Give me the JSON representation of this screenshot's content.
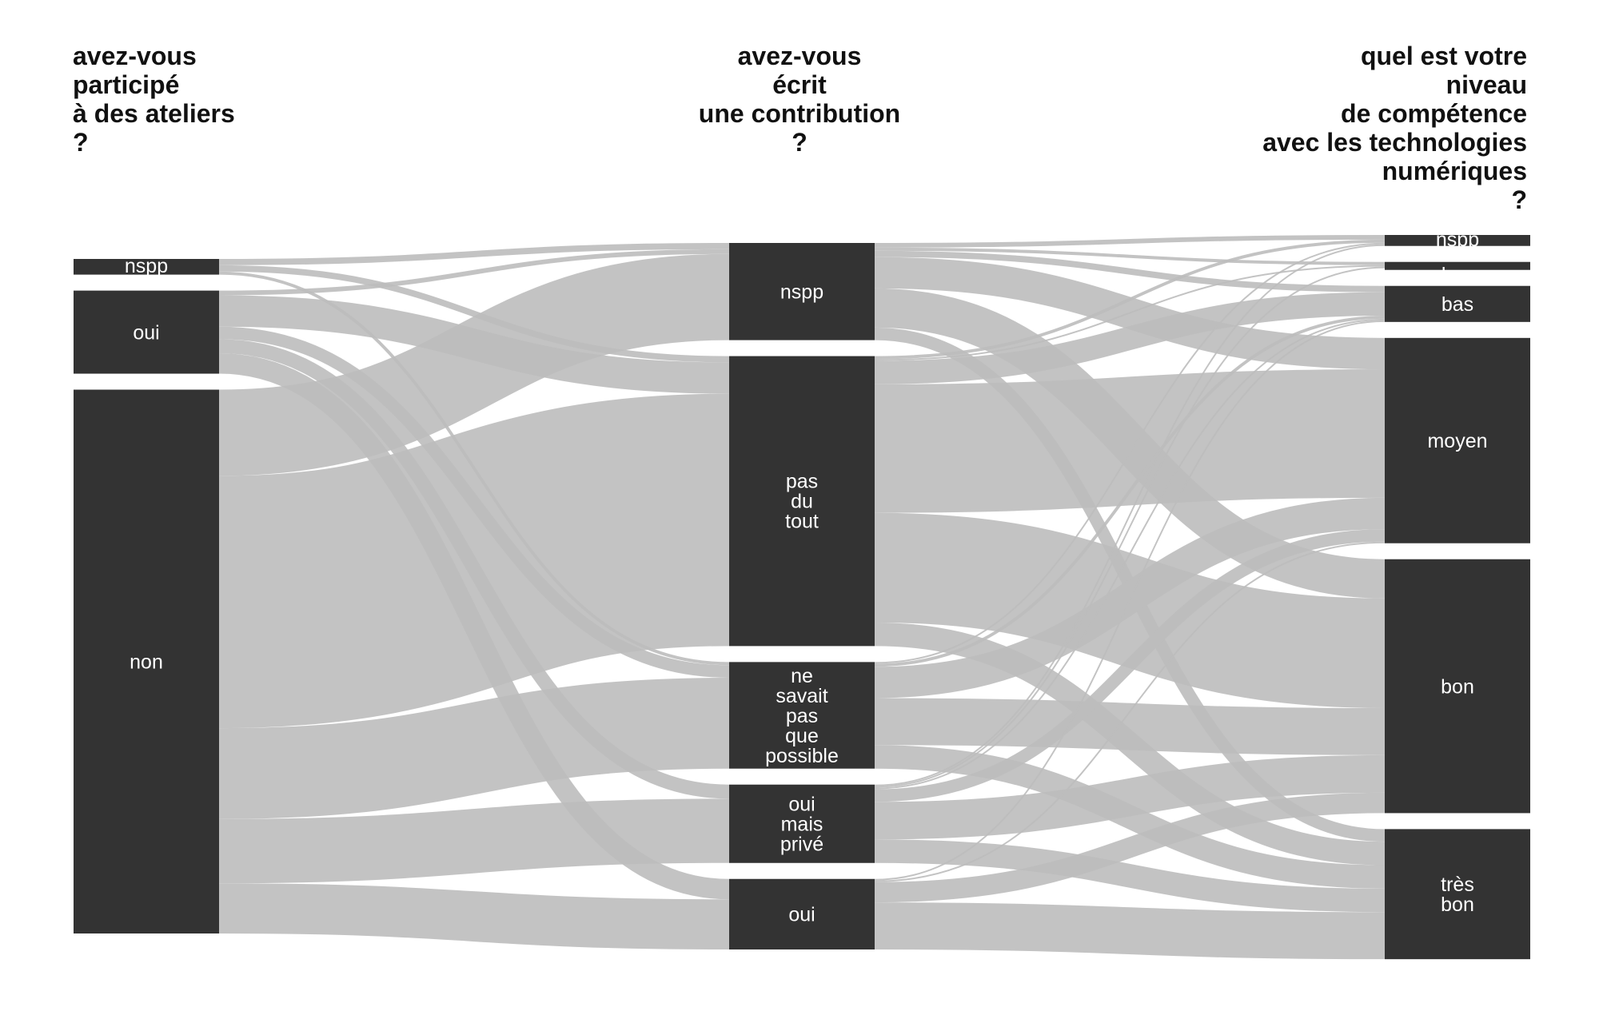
{
  "titles": [
    "avez-vous\nparticipé\nà des ateliers\n?",
    "avez-vous\nécrit\nune contribution\n?",
    "quel est votre\nniveau\nde compétence\navec les technologies\nnumériques\n?"
  ],
  "colors": {
    "node": "#333333",
    "link": "#bdbdbd",
    "link_highlight": "#a6a6a6",
    "background": "#ffffff"
  },
  "chart_data": {
    "type": "sankey",
    "columns": [
      {
        "title": "avez-vous participé à des ateliers ?",
        "nodes": [
          {
            "id": "a_nspp",
            "label": "nspp",
            "value": 10
          },
          {
            "id": "a_oui",
            "label": "oui",
            "value": 53
          },
          {
            "id": "a_non",
            "label": "non",
            "value": 347
          }
        ]
      },
      {
        "title": "avez-vous écrit une contribution ?",
        "nodes": [
          {
            "id": "b_nspp",
            "label": "nspp",
            "value": 62
          },
          {
            "id": "b_pdt",
            "label": "pas du tout",
            "value": 185
          },
          {
            "id": "b_nsp",
            "label": "ne savait pas que possible",
            "value": 68
          },
          {
            "id": "b_omp",
            "label": "oui mais privé",
            "value": 50
          },
          {
            "id": "b_oui",
            "label": "oui",
            "value": 45
          }
        ]
      },
      {
        "title": "quel est votre niveau de compétence avec les technologies numériques ?",
        "nodes": [
          {
            "id": "c_nspp",
            "label": "nspp",
            "value": 7
          },
          {
            "id": "c_tb",
            "label": "très bas",
            "value": 4
          },
          {
            "id": "c_bas",
            "label": "bas",
            "value": 23
          },
          {
            "id": "c_moy",
            "label": "moyen",
            "value": 131
          },
          {
            "id": "c_bon",
            "label": "bon",
            "value": 162
          },
          {
            "id": "c_tbon",
            "label": "très bon",
            "value": 83
          }
        ]
      }
    ],
    "links": [
      {
        "source": "a_nspp",
        "target": "b_nspp",
        "value": 4
      },
      {
        "source": "a_nspp",
        "target": "b_pdt",
        "value": 4
      },
      {
        "source": "a_nspp",
        "target": "b_nsp",
        "value": 2
      },
      {
        "source": "a_oui",
        "target": "b_nspp",
        "value": 3
      },
      {
        "source": "a_oui",
        "target": "b_pdt",
        "value": 20
      },
      {
        "source": "a_oui",
        "target": "b_nsp",
        "value": 8
      },
      {
        "source": "a_oui",
        "target": "b_omp",
        "value": 9
      },
      {
        "source": "a_oui",
        "target": "b_oui",
        "value": 13
      },
      {
        "source": "a_non",
        "target": "b_nspp",
        "value": 55
      },
      {
        "source": "a_non",
        "target": "b_pdt",
        "value": 161
      },
      {
        "source": "a_non",
        "target": "b_nsp",
        "value": 58
      },
      {
        "source": "a_non",
        "target": "b_omp",
        "value": 41
      },
      {
        "source": "a_non",
        "target": "b_oui",
        "value": 32
      },
      {
        "source": "b_nspp",
        "target": "c_nspp",
        "value": 3
      },
      {
        "source": "b_nspp",
        "target": "c_tb",
        "value": 2
      },
      {
        "source": "b_nspp",
        "target": "c_bas",
        "value": 4
      },
      {
        "source": "b_nspp",
        "target": "c_moy",
        "value": 20
      },
      {
        "source": "b_nspp",
        "target": "c_bon",
        "value": 25
      },
      {
        "source": "b_nspp",
        "target": "c_tbon",
        "value": 8
      },
      {
        "source": "b_pdt",
        "target": "c_nspp",
        "value": 2
      },
      {
        "source": "b_pdt",
        "target": "c_tb",
        "value": 1
      },
      {
        "source": "b_pdt",
        "target": "c_bas",
        "value": 15
      },
      {
        "source": "b_pdt",
        "target": "c_moy",
        "value": 82
      },
      {
        "source": "b_pdt",
        "target": "c_bon",
        "value": 70
      },
      {
        "source": "b_pdt",
        "target": "c_tbon",
        "value": 15
      },
      {
        "source": "b_nsp",
        "target": "c_nspp",
        "value": 1
      },
      {
        "source": "b_nsp",
        "target": "c_bas",
        "value": 2
      },
      {
        "source": "b_nsp",
        "target": "c_moy",
        "value": 20
      },
      {
        "source": "b_nsp",
        "target": "c_bon",
        "value": 30
      },
      {
        "source": "b_nsp",
        "target": "c_tbon",
        "value": 15
      },
      {
        "source": "b_omp",
        "target": "c_nspp",
        "value": 1
      },
      {
        "source": "b_omp",
        "target": "c_tb",
        "value": 1
      },
      {
        "source": "b_omp",
        "target": "c_bas",
        "value": 1
      },
      {
        "source": "b_omp",
        "target": "c_moy",
        "value": 8
      },
      {
        "source": "b_omp",
        "target": "c_bon",
        "value": 24
      },
      {
        "source": "b_omp",
        "target": "c_tbon",
        "value": 15
      },
      {
        "source": "b_oui",
        "target": "c_bas",
        "value": 1
      },
      {
        "source": "b_oui",
        "target": "c_moy",
        "value": 1
      },
      {
        "source": "b_oui",
        "target": "c_bon",
        "value": 13
      },
      {
        "source": "b_oui",
        "target": "c_tbon",
        "value": 30
      }
    ]
  }
}
